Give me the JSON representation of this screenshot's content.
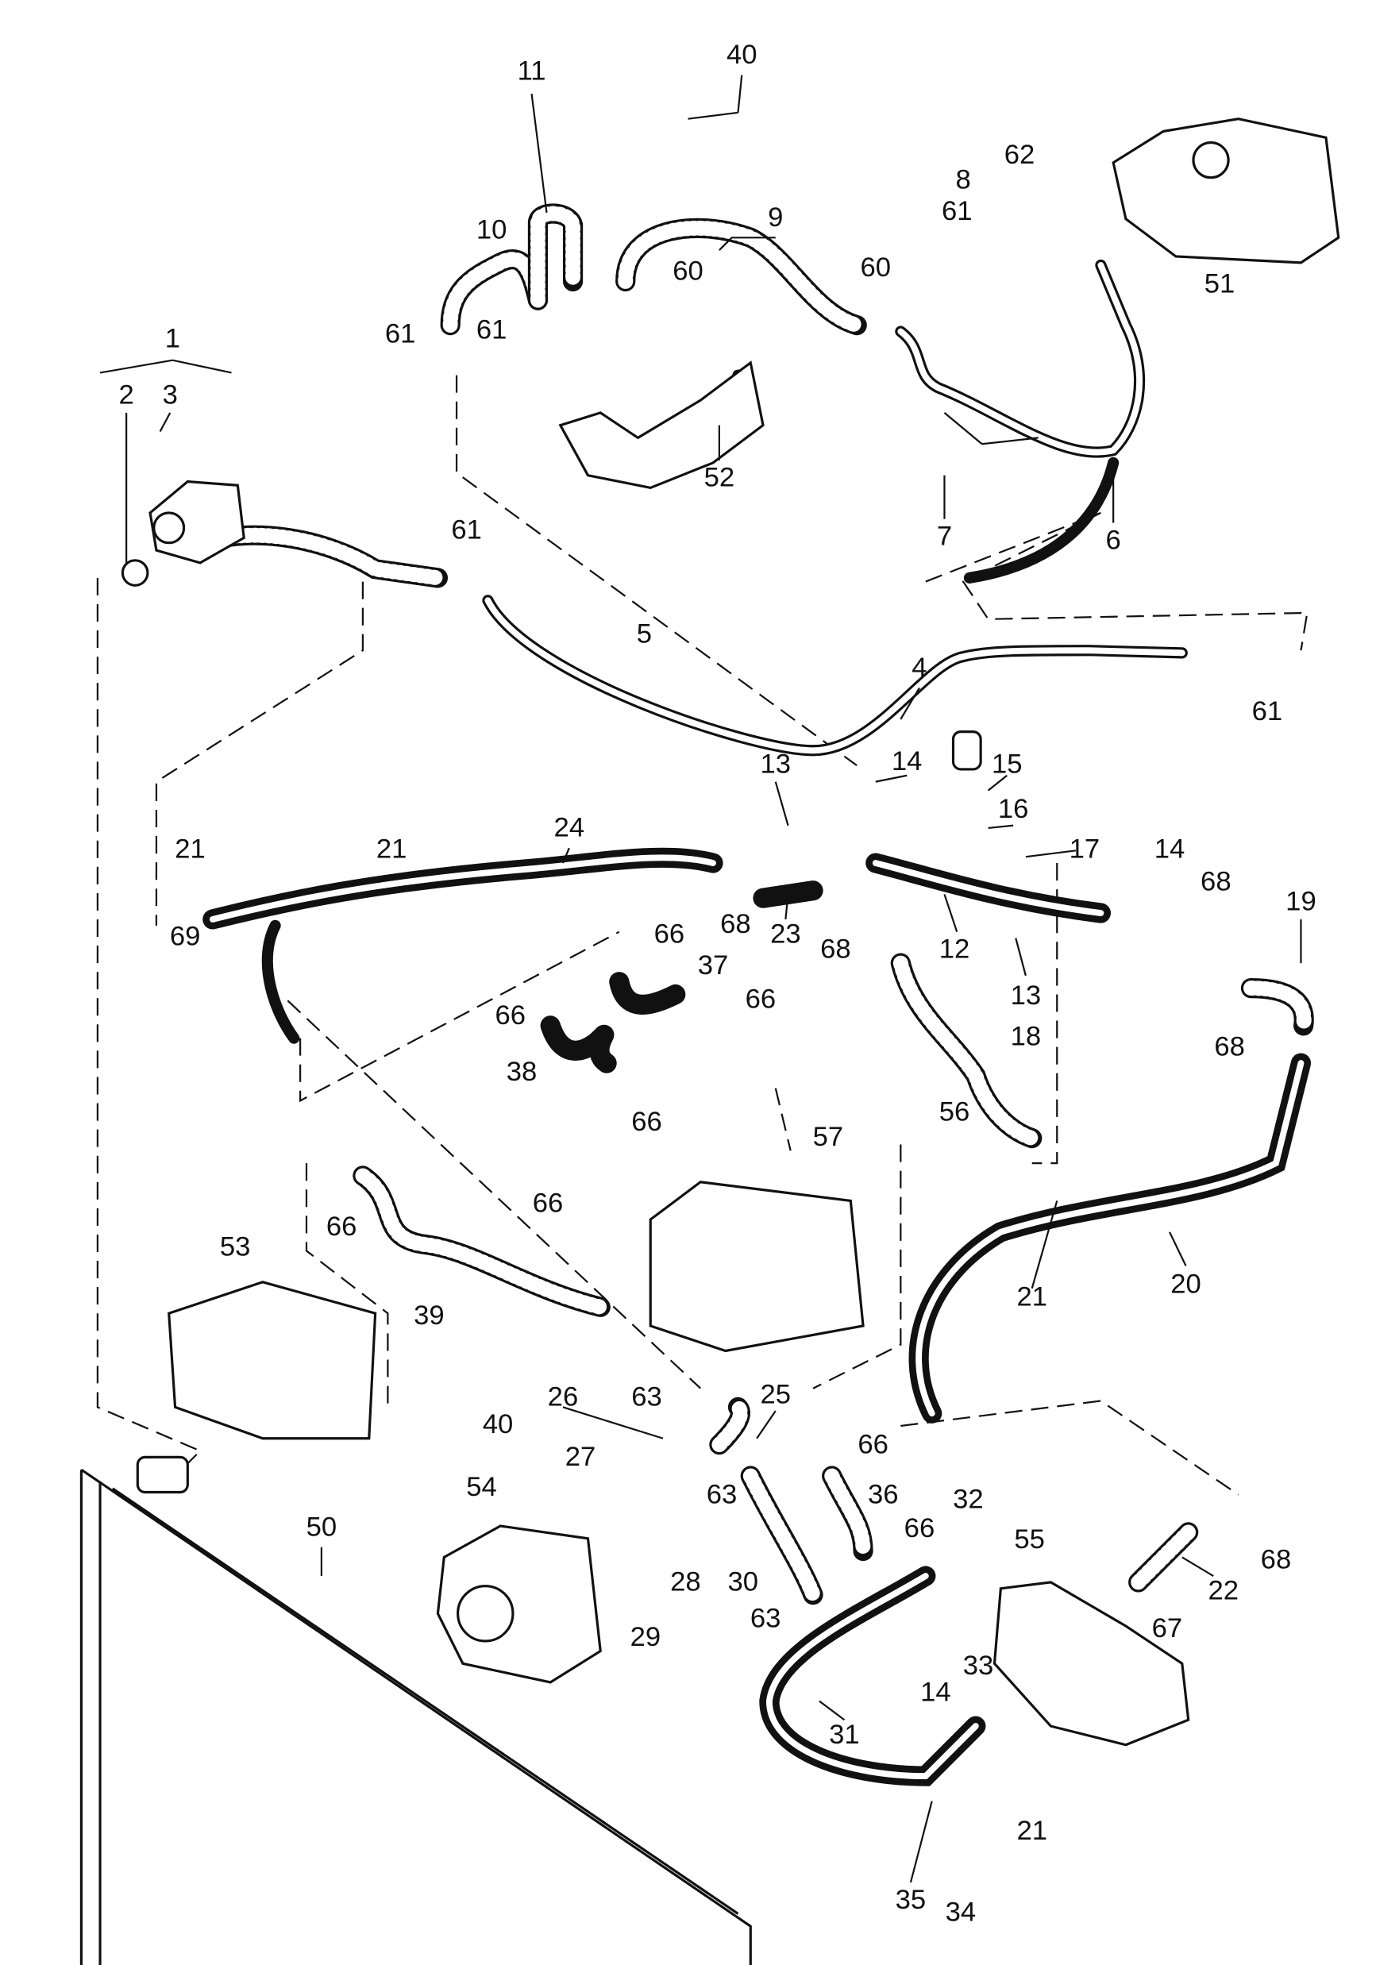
{
  "diagram": {
    "type": "exploded parts diagram (cooling system hoses)",
    "callouts": [
      "11",
      "40",
      "62",
      "8",
      "61",
      "51",
      "10",
      "9",
      "60",
      "60",
      "61",
      "61",
      "1",
      "2",
      "3",
      "52",
      "7",
      "6",
      "61",
      "5",
      "4",
      "61",
      "13",
      "14",
      "15",
      "16",
      "17",
      "21",
      "21",
      "24",
      "14",
      "68",
      "19",
      "69",
      "68",
      "23",
      "68",
      "12",
      "13",
      "66",
      "37",
      "66",
      "66",
      "68",
      "18",
      "38",
      "66",
      "56",
      "57",
      "66",
      "66",
      "53",
      "39",
      "21",
      "20",
      "40",
      "26",
      "63",
      "25",
      "66",
      "27",
      "54",
      "36",
      "32",
      "50",
      "63",
      "28",
      "55",
      "30",
      "66",
      "22",
      "68",
      "29",
      "63",
      "67",
      "14",
      "33",
      "31",
      "21",
      "35",
      "34"
    ]
  }
}
